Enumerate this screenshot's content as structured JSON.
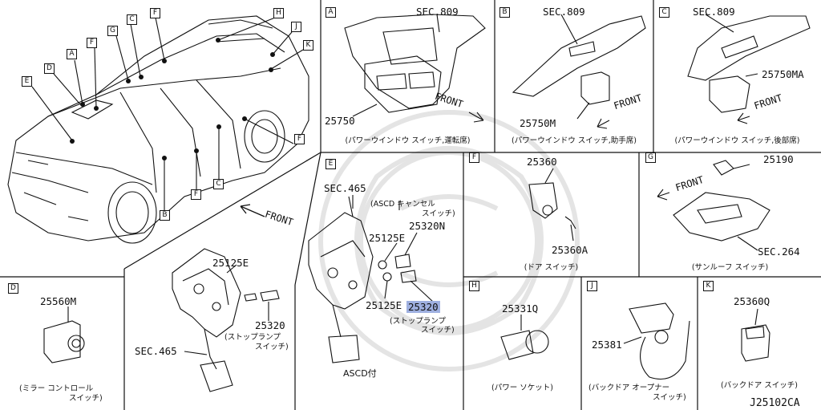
{
  "diagram_code": "J25102CA",
  "panels": {
    "A": {
      "letter": "A",
      "sec": "SEC.809",
      "part": "25750",
      "caption": "(パワーウインドウ スイッチ,運転席)",
      "front": "FRONT"
    },
    "B": {
      "letter": "B",
      "sec": "SEC.809",
      "part": "25750M",
      "caption": "(パワーウインドウ スイッチ,助手席)",
      "front": "FRONT"
    },
    "C": {
      "letter": "C",
      "sec": "SEC.809",
      "part": "25750MA",
      "caption": "(パワーウインドウ スイッチ,後部席)",
      "front": "FRONT"
    },
    "D": {
      "letter": "D",
      "part": "25560M",
      "caption_l1": "(ミラー コントロール",
      "caption_l2": "スイッチ)"
    },
    "E": {
      "letter": "E",
      "sec": "SEC.465",
      "ascd_l1": "(ASCD キャンセル",
      "ascd_l2": "スイッチ)",
      "p1": "25320N",
      "p2": "25125E",
      "p3": "25125E",
      "p4": "25320",
      "stop_l1": "(ストップランプ",
      "stop_l2": "スイッチ)",
      "ascd_label": "ASCD付"
    },
    "F": {
      "letter": "F",
      "part1": "25360",
      "part2": "25360A",
      "caption": "(ドア スイッチ)"
    },
    "G": {
      "letter": "G",
      "part": "25190",
      "sec": "SEC.264",
      "caption": "(サンルーフ スイッチ)",
      "front": "FRONT"
    },
    "H": {
      "letter": "H",
      "part": "25331Q",
      "caption": "(パワー ソケット)"
    },
    "J": {
      "letter": "J",
      "part": "25381",
      "caption_l1": "(バックドア オープナー",
      "caption_l2": "スイッチ)"
    },
    "K": {
      "letter": "K",
      "part": "25360Q",
      "caption": "(バックドア スイッチ)"
    }
  },
  "left": {
    "front": "FRONT",
    "p1": "25125E",
    "p2": "25320",
    "stop_l1": "(ストップランプ",
    "stop_l2": "スイッチ)",
    "sec": "SEC.465",
    "car_callouts": [
      "F",
      "H",
      "C",
      "G",
      "J",
      "K",
      "A",
      "F",
      "D",
      "E",
      "F",
      "F",
      "C",
      "B"
    ]
  },
  "highlight_part": "25320",
  "colors": {
    "line": "#111111",
    "highlight": "#9fb0e0",
    "watermark": "#e6e6e6"
  }
}
